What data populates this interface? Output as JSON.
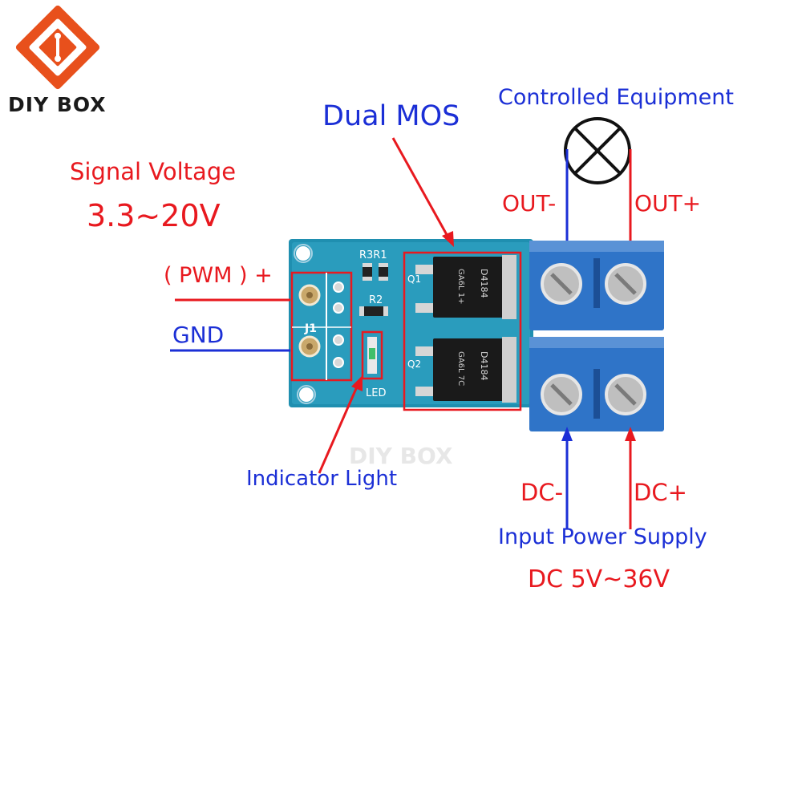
{
  "brand": {
    "name": "DIY BOX",
    "watermark": "DIY BOX"
  },
  "labels": {
    "signal_voltage": "Signal Voltage",
    "signal_range": "3.3~20V",
    "pwm": "( PWM ) +",
    "gnd": "GND",
    "dual_mos": "Dual MOS",
    "controlled_equipment": "Controlled Equipment",
    "out_minus": "OUT-",
    "out_plus": "OUT+",
    "indicator_light": "Indicator Light",
    "dc_minus": "DC-",
    "dc_plus": "DC+",
    "input_power_supply": "Input Power Supply",
    "input_range": "DC 5V~36V"
  },
  "board_text": {
    "r3r1": "R3R1",
    "r2": "R2",
    "q1": "Q1",
    "q2": "Q2",
    "j1": "J1",
    "led": "LED",
    "chip1": "D4184",
    "chip2": "D4184",
    "chip_code1": "GA6L 1+",
    "chip_code2": "GA6L 7C"
  },
  "colors": {
    "red": "#e8191f",
    "blue": "#1b2fd6",
    "pcb": "#1f8fb0",
    "terminal": "#2f74c8",
    "logo": "#e8501c"
  }
}
